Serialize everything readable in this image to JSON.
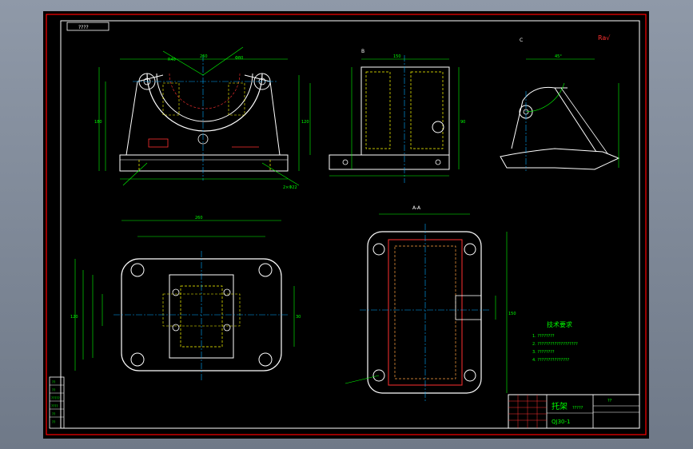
{
  "drawing": {
    "top_left_label": "????",
    "title_block": {
      "name_main": "托架",
      "name_sub": "?????",
      "drawing_no": "QJ30-1",
      "scale_label": "??",
      "left_labels": [
        "??",
        "??",
        "?????",
        "????",
        "??",
        "??"
      ]
    },
    "tech_requirements": {
      "heading": "技术要求",
      "items": [
        "1. ????????",
        "2. ???????????????????",
        "3. ????????",
        "4. ???????????????"
      ]
    },
    "roughness_mark": "Ra√",
    "section_labels": {
      "a": "A-A",
      "b": "B",
      "c": "C"
    },
    "dim_samples": [
      "260",
      "180",
      "Φ80",
      "120",
      "R40",
      "45°",
      "2×Φ22",
      "150",
      "90",
      "30"
    ]
  },
  "colors": {
    "background": "#000000",
    "outline": "#ffffff",
    "dimension": "#00ff00",
    "centerline": "#00aaff",
    "hidden": "#ffff00",
    "section": "#ff3030",
    "frame": "#ff0000",
    "text": "#00ff00"
  }
}
